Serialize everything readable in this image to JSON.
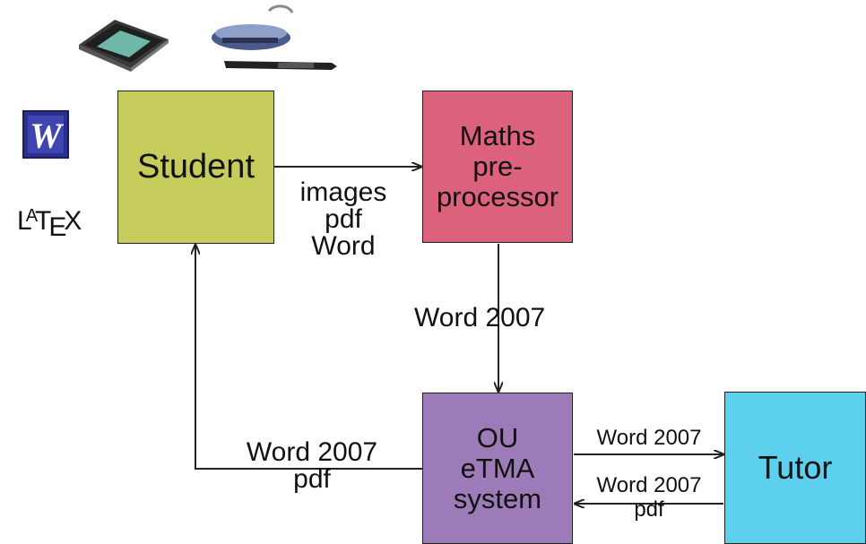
{
  "nodes": {
    "student": "Student",
    "maths": "Maths\npre-\nprocessor",
    "etma": "OU\neTMA\nsystem",
    "tutor": "Tutor"
  },
  "edges": {
    "student_to_maths": "images\npdf\nWord",
    "maths_to_etma": "Word 2007",
    "etma_to_student": "Word 2007\npdf",
    "etma_to_tutor": "Word 2007",
    "tutor_to_etma": "Word 2007\npdf"
  },
  "inputs": {
    "latex_logo": "LATEX"
  },
  "icons": [
    "scanner-icon",
    "digital-pen-icon",
    "word-icon",
    "latex-logo"
  ],
  "colors": {
    "student": "#c6cc5c",
    "maths": "#dc617c",
    "etma": "#9d7ab8",
    "tutor": "#5cd0ec"
  }
}
